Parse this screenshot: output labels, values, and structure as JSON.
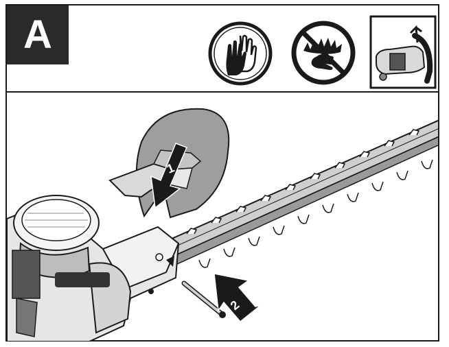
{
  "panel": {
    "label": "A"
  },
  "icons": [
    "wear-gloves-icon",
    "no-touch-blade-icon",
    "hedge-trimmer-handle-detail-icon"
  ],
  "steps": {
    "step1": "1",
    "step2": "2"
  }
}
